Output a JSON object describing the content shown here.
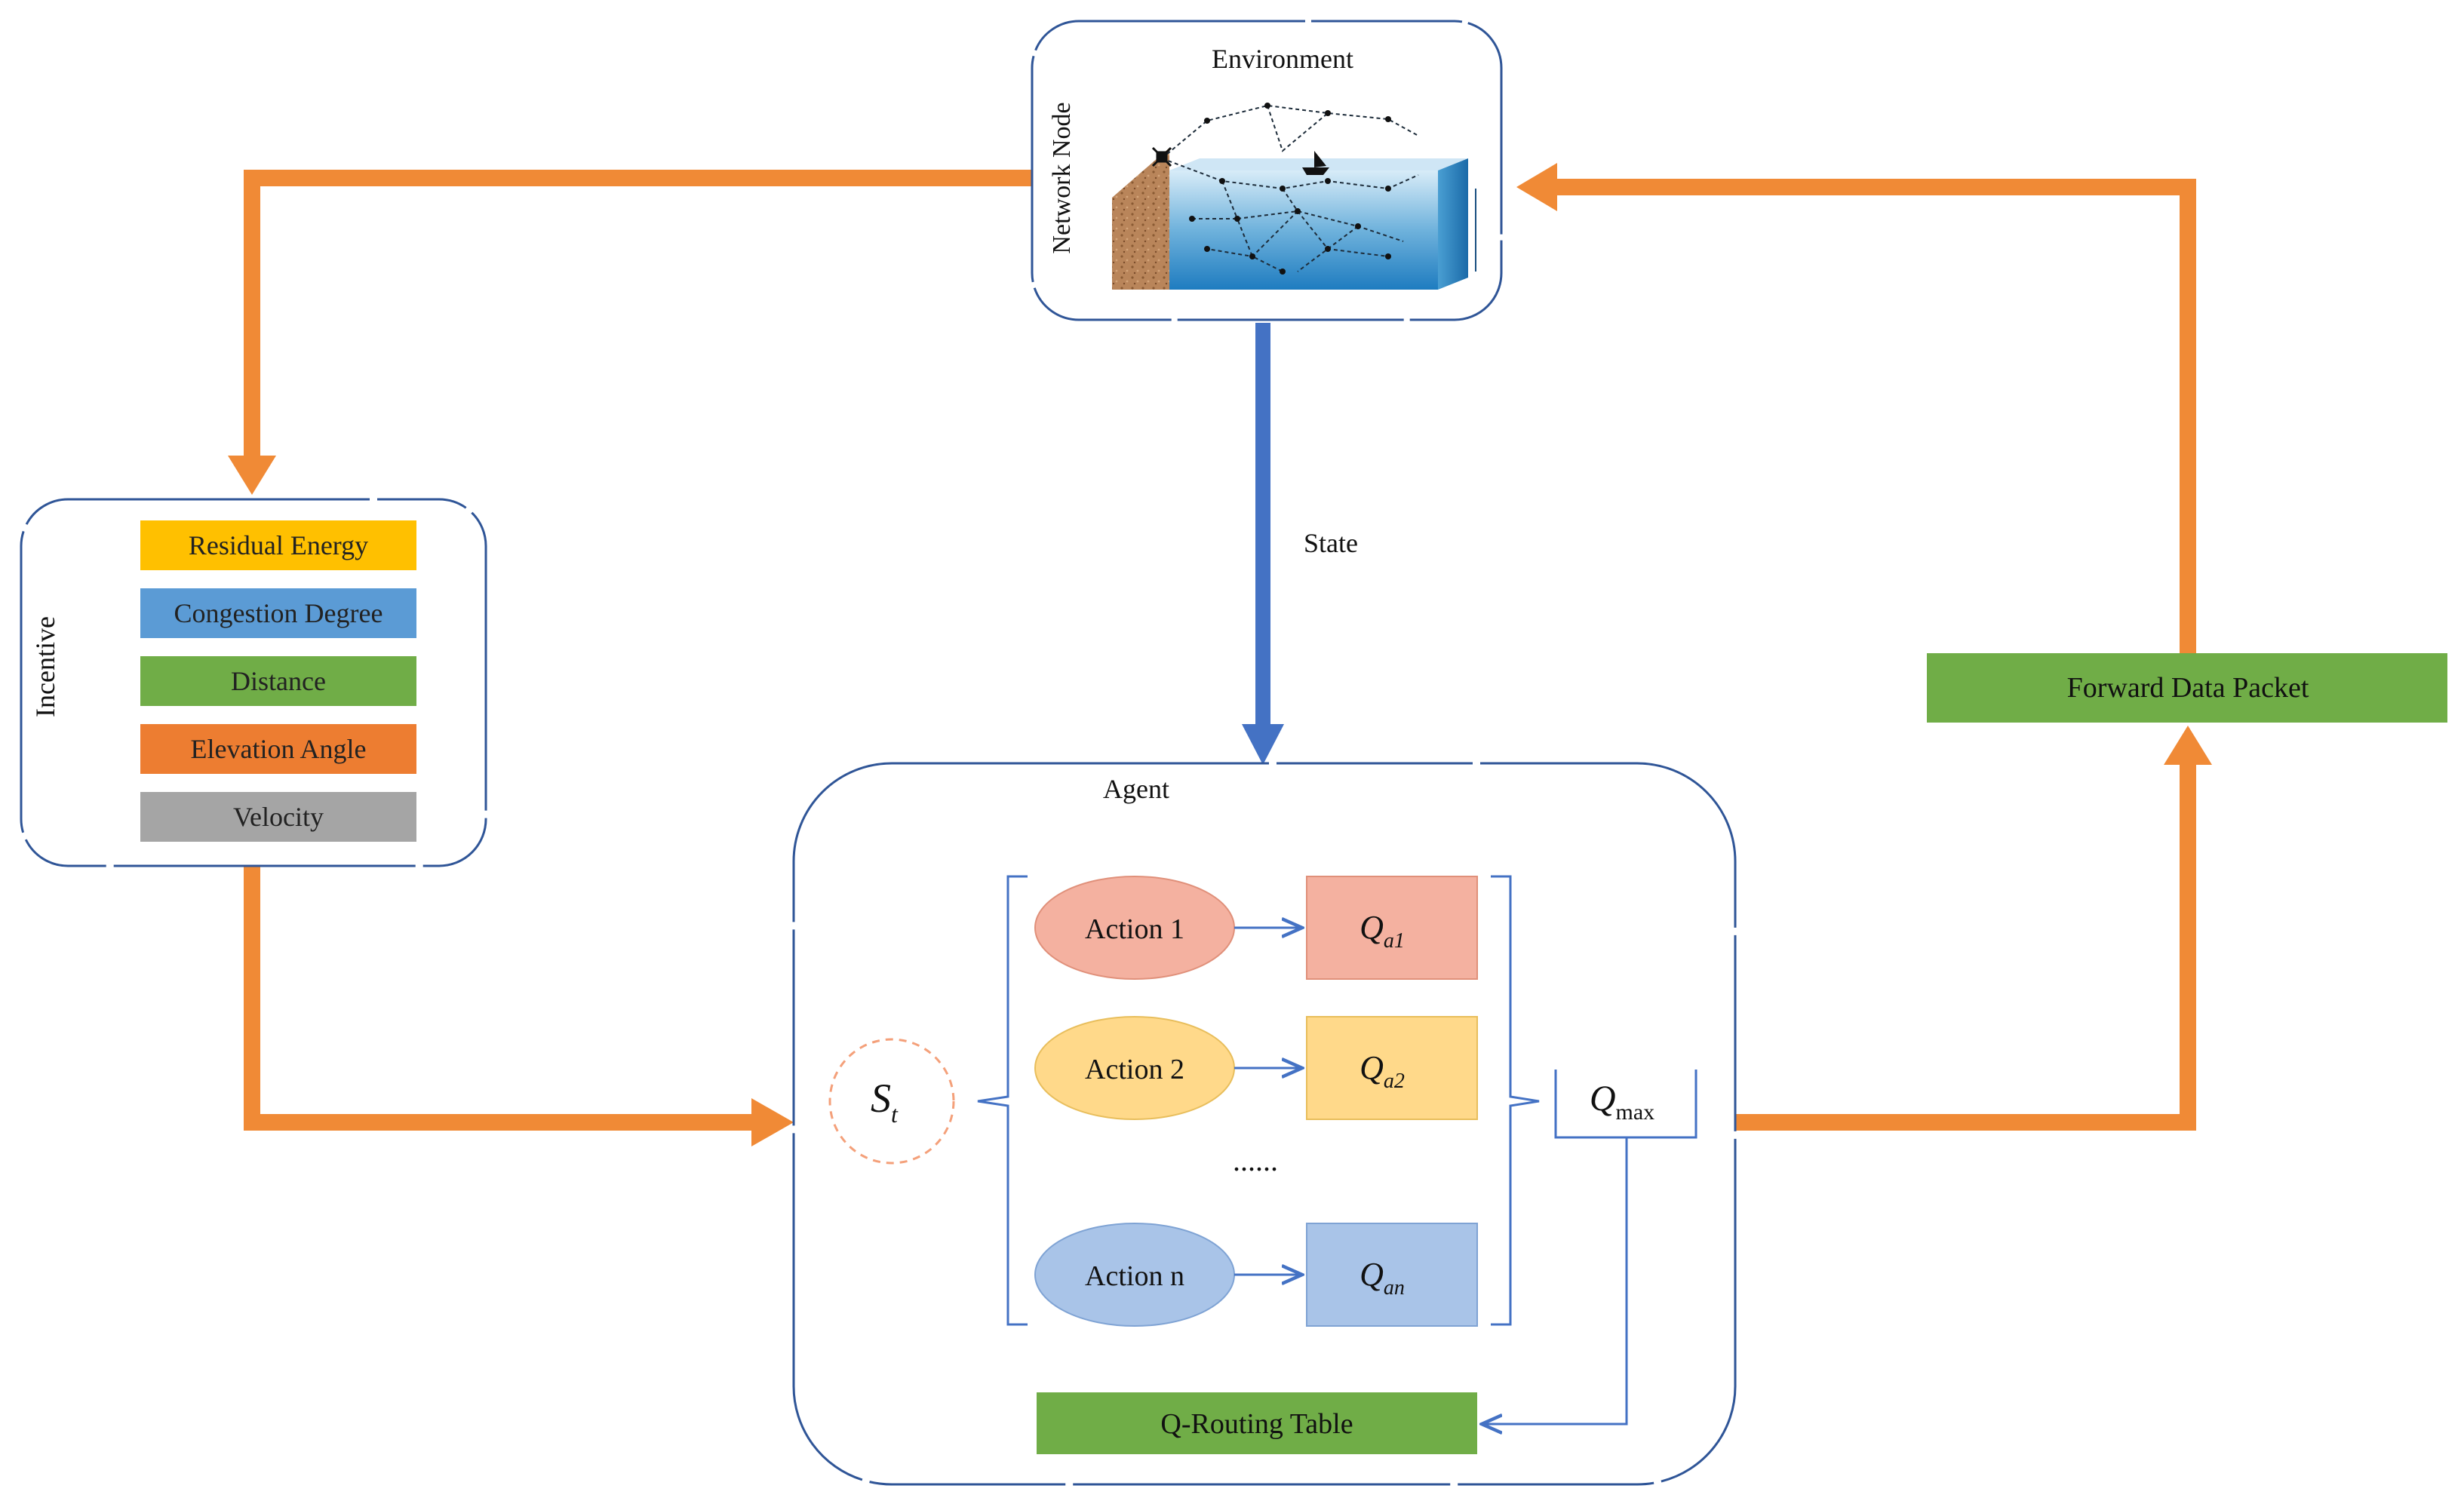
{
  "environment": {
    "title": "Environment",
    "side_label": "Network Node"
  },
  "state_label": "State",
  "incentive": {
    "label": "Incentive",
    "features": [
      {
        "label": "Residual Energy",
        "color": "#FFC000"
      },
      {
        "label": "Congestion Degree",
        "color": "#5B9BD5"
      },
      {
        "label": "Distance",
        "color": "#70AD47"
      },
      {
        "label": "Elevation Angle",
        "color": "#ED7D31"
      },
      {
        "label": "Velocity",
        "color": "#A5A5A5"
      }
    ]
  },
  "agent": {
    "title": "Agent",
    "state_symbol": "S",
    "state_sub": "t",
    "actions": [
      {
        "label": "Action 1",
        "q": "Q",
        "q_sub": "a1",
        "ellipse_color": "#F4B1A0",
        "box_color": "#F4B1A0"
      },
      {
        "label": "Action 2",
        "q": "Q",
        "q_sub": "a2",
        "ellipse_color": "#FFD98A",
        "box_color": "#FFD98A"
      },
      {
        "label": "Action n",
        "q": "Q",
        "q_sub": "an",
        "ellipse_color": "#A9C4E8",
        "box_color": "#A9C4E8"
      }
    ],
    "ellipsis": "......",
    "qmax": "Q",
    "qmax_sub": "max",
    "routing_table": "Q-Routing Table"
  },
  "forward_label": "Forward Data Packet",
  "colors": {
    "orange_arrow": "#F08A36",
    "blue_arrow": "#4472C4",
    "panel_border": "#2F5597",
    "green": "#70AD47"
  }
}
